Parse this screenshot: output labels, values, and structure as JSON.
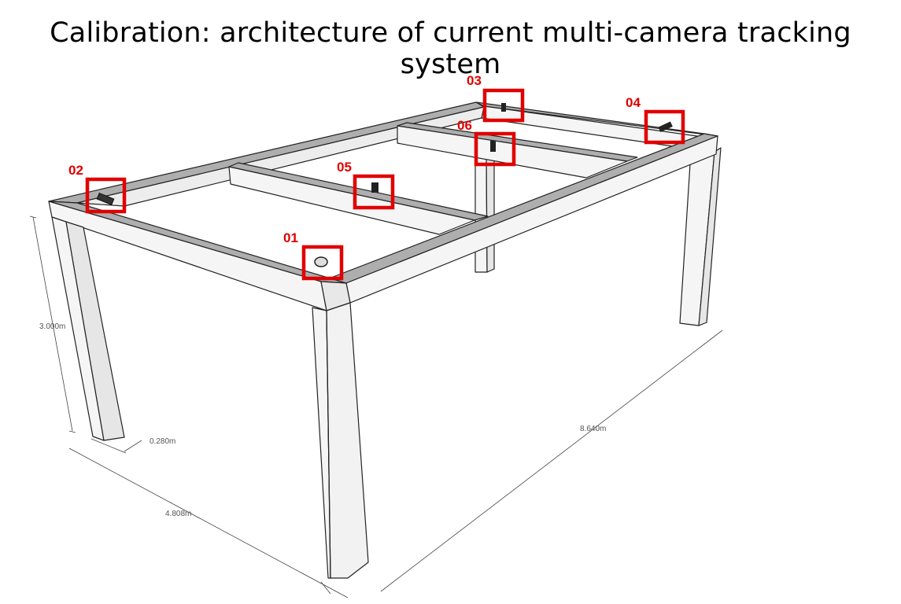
{
  "title": "Calibration: architecture of current multi-camera tracking system",
  "colors": {
    "highlight": "#e10000",
    "beam_top": "#aeaeae",
    "beam_side": "#f4f4f4",
    "outline": "#222222"
  },
  "cameras": [
    {
      "id": "01",
      "icon": "camera-icon"
    },
    {
      "id": "02",
      "icon": "camera-icon"
    },
    {
      "id": "03",
      "icon": "camera-icon"
    },
    {
      "id": "04",
      "icon": "camera-icon"
    },
    {
      "id": "05",
      "icon": "camera-icon"
    },
    {
      "id": "06",
      "icon": "camera-icon"
    }
  ],
  "dimensions": {
    "height": "3.000m",
    "post_width": "0.280m",
    "width": "4.808m",
    "length": "8.640m"
  }
}
